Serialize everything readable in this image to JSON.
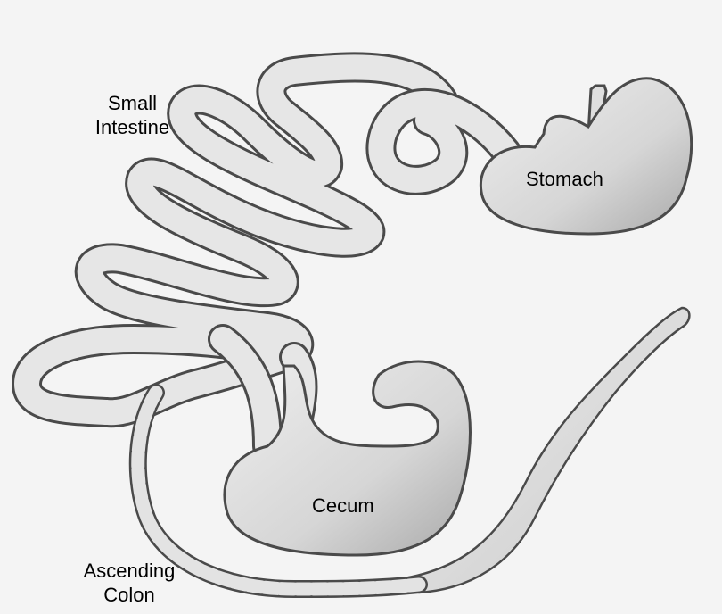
{
  "labels": {
    "small_intestine": [
      "Small",
      "Intestine"
    ],
    "stomach": "Stomach",
    "cecum": "Cecum",
    "ascending_colon": [
      "Ascending",
      "Colon"
    ]
  },
  "colors": {
    "background": "#f4f4f4",
    "tube_outline": "#4a4a4a",
    "tube_fill": "#e6e6e6",
    "organ_fill": "#dcdcdc",
    "label_text": "#000000"
  }
}
